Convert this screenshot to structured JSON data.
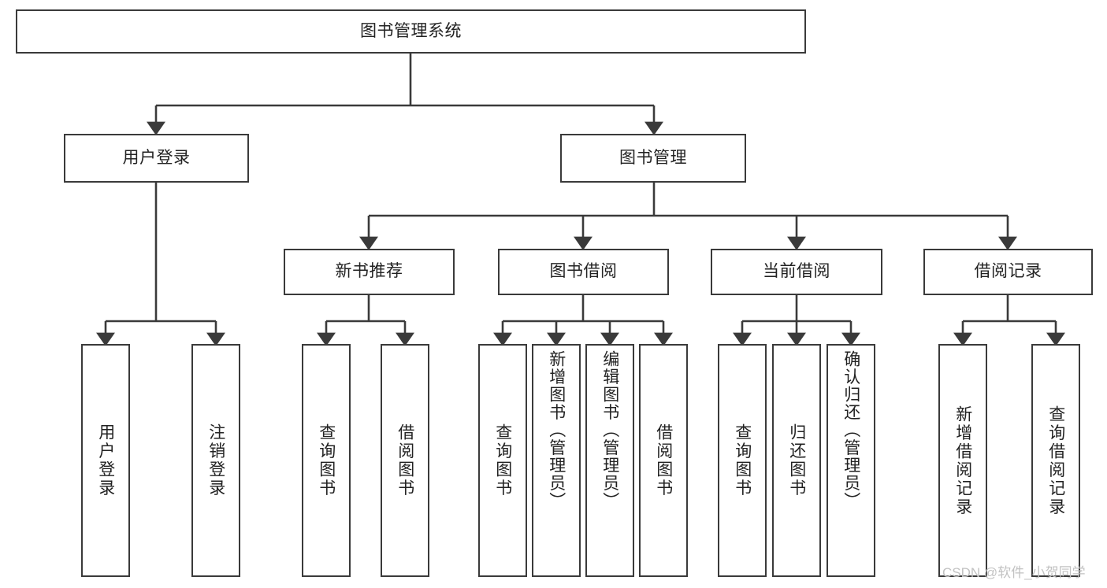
{
  "diagram": {
    "title": "图书管理系统",
    "root": {
      "label": "图书管理系统"
    },
    "level1": [
      {
        "label": "用户登录"
      },
      {
        "label": "图书管理"
      }
    ],
    "level2": [
      {
        "label": "新书推荐"
      },
      {
        "label": "图书借阅"
      },
      {
        "label": "当前借阅"
      },
      {
        "label": "借阅记录"
      }
    ],
    "leaves": {
      "user_login": [
        {
          "label": "用户登录"
        },
        {
          "label": "注销登录"
        }
      ],
      "new_book_recommend": [
        {
          "label": "查询图书"
        },
        {
          "label": "借阅图书"
        }
      ],
      "book_borrow": [
        {
          "label": "查询图书"
        },
        {
          "label": "新增图书（管理员）"
        },
        {
          "label": "编辑图书（管理员）"
        },
        {
          "label": "借阅图书"
        }
      ],
      "current_borrow": [
        {
          "label": "查询图书"
        },
        {
          "label": "归还图书"
        },
        {
          "label": "确认归还（管理员）"
        }
      ],
      "borrow_record": [
        {
          "label": "新增借阅记录"
        },
        {
          "label": "查询借阅记录"
        }
      ]
    }
  },
  "watermark": {
    "text": "CSDN @软件_小贺同学"
  },
  "colors": {
    "border": "#3a3a3a",
    "text": "#222222",
    "background": "#ffffff",
    "watermark": "#c2c2c2"
  }
}
